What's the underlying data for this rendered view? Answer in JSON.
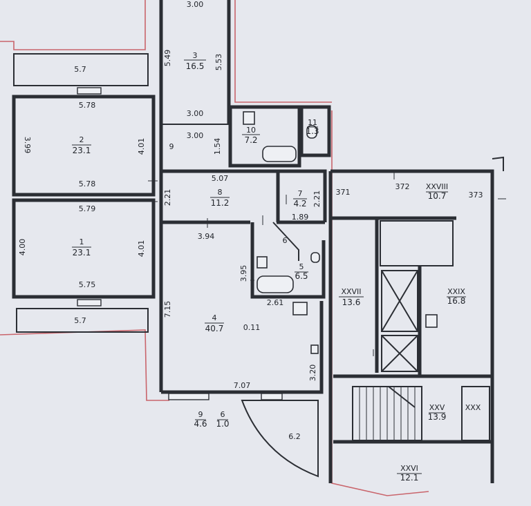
{
  "rooms": [
    {
      "id": "room-3",
      "number": "3",
      "area": "16.5"
    },
    {
      "id": "room-10",
      "number": "10",
      "area": "7.2"
    },
    {
      "id": "room-11",
      "number": "11",
      "area": "1.3"
    },
    {
      "id": "room-2",
      "number": "2",
      "area": "23.1"
    },
    {
      "id": "room-1",
      "number": "1",
      "area": "23.1"
    },
    {
      "id": "room-8",
      "number": "8",
      "area": "11.2"
    },
    {
      "id": "room-7",
      "number": "7",
      "area": "4.2"
    },
    {
      "id": "room-6",
      "number": "6",
      "area": ""
    },
    {
      "id": "room-5",
      "number": "5",
      "area": "6.5"
    },
    {
      "id": "room-4",
      "number": "4",
      "area": "40.7"
    },
    {
      "id": "room-xxviii",
      "number": "XXVIII",
      "area": "10.7"
    },
    {
      "id": "room-xxvii",
      "number": "XXVII",
      "area": "13.6"
    },
    {
      "id": "room-xxix",
      "number": "XXIX",
      "area": "16.8"
    },
    {
      "id": "room-xxv",
      "number": "XXV",
      "area": "13.9"
    },
    {
      "id": "room-xxx",
      "number": "XXX",
      "area": ""
    },
    {
      "id": "room-xxvi",
      "number": "XXVI",
      "area": "12.1"
    },
    {
      "id": "balcony-9",
      "number": "9",
      "area": "4.6"
    },
    {
      "id": "balcony-6",
      "number": "6",
      "area": "1.0"
    }
  ],
  "dimensions": {
    "top_3_00": "3.00",
    "left_5_49": "5.49",
    "right_5_53": "5.53",
    "mid_3_00_a": "3.00",
    "mid_3_00_b": "3.00",
    "small_9": "9",
    "small_1_54": "1.54",
    "top_5_7": "5.7",
    "r2_top": "5.78",
    "r2_left": "3.99",
    "r2_right": "4.01",
    "r2_bottom": "5.78",
    "r1_top": "5.79",
    "r1_left": "4.00",
    "r1_right": "4.01",
    "r1_bottom": "5.75",
    "bottom_5_7": "5.7",
    "h_2_21_a": "2.21",
    "r8_top": "5.07",
    "h_2_21_b": "2.21",
    "r7_bottom": "1.89",
    "r4_top": "3.94",
    "r5_left": "3.95",
    "r5_bottom": "2.61",
    "r4_left": "7.15",
    "r4_mid": "0.11",
    "r4_right": "3.20",
    "r4_bottom": "7.07",
    "balcony_6_2": "6.2",
    "code_371": "371",
    "code_372": "372",
    "code_373": "373"
  }
}
